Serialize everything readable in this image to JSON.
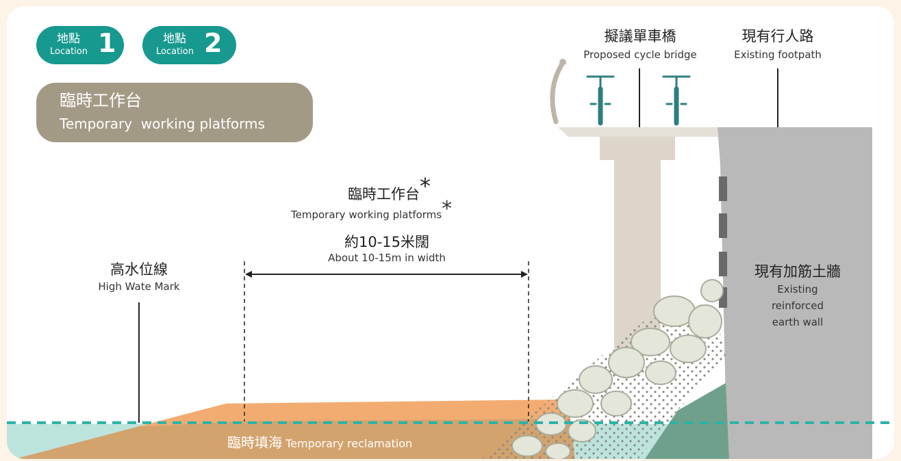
{
  "legend": {
    "location1": {
      "zh": "地點",
      "en": "Location",
      "num": "1"
    },
    "location2": {
      "zh": "地點",
      "en": "Location",
      "num": "2"
    },
    "platform_badge": {
      "zh": "臨時工作台",
      "en": "Temporary  working platforms"
    }
  },
  "labels": {
    "platform": {
      "zh": "臨時工作台",
      "asterisk": "*",
      "en": "Temporary working platforms",
      "en_asterisk": "*"
    },
    "width": {
      "zh": "約10-15米闊",
      "en": "About 10-15m in width"
    },
    "high_water": {
      "zh": "高水位線",
      "en": "High Wate Mark"
    },
    "cycle_bridge": {
      "zh": "擬議單車橋",
      "en": "Proposed cycle bridge"
    },
    "footpath": {
      "zh": "現有行人路",
      "en": "Existing footpath"
    },
    "earth_wall": {
      "zh": "現有加筋土牆",
      "en1": "Existing",
      "en2": "reinforced",
      "en3": "earth wall"
    },
    "reclamation": {
      "zh": "臨時填海",
      "en": "Temporary reclamation"
    }
  },
  "colors": {
    "teal": "#17998f",
    "badge_grey": "#a39a86",
    "background": "#fdf3e7",
    "platform_orange": "#f2ac72",
    "reclamation_tan": "#d3a36e",
    "water": "#bde3dd",
    "wall_grey": "#b9b9b9",
    "bridge": "#e6e1d8"
  }
}
